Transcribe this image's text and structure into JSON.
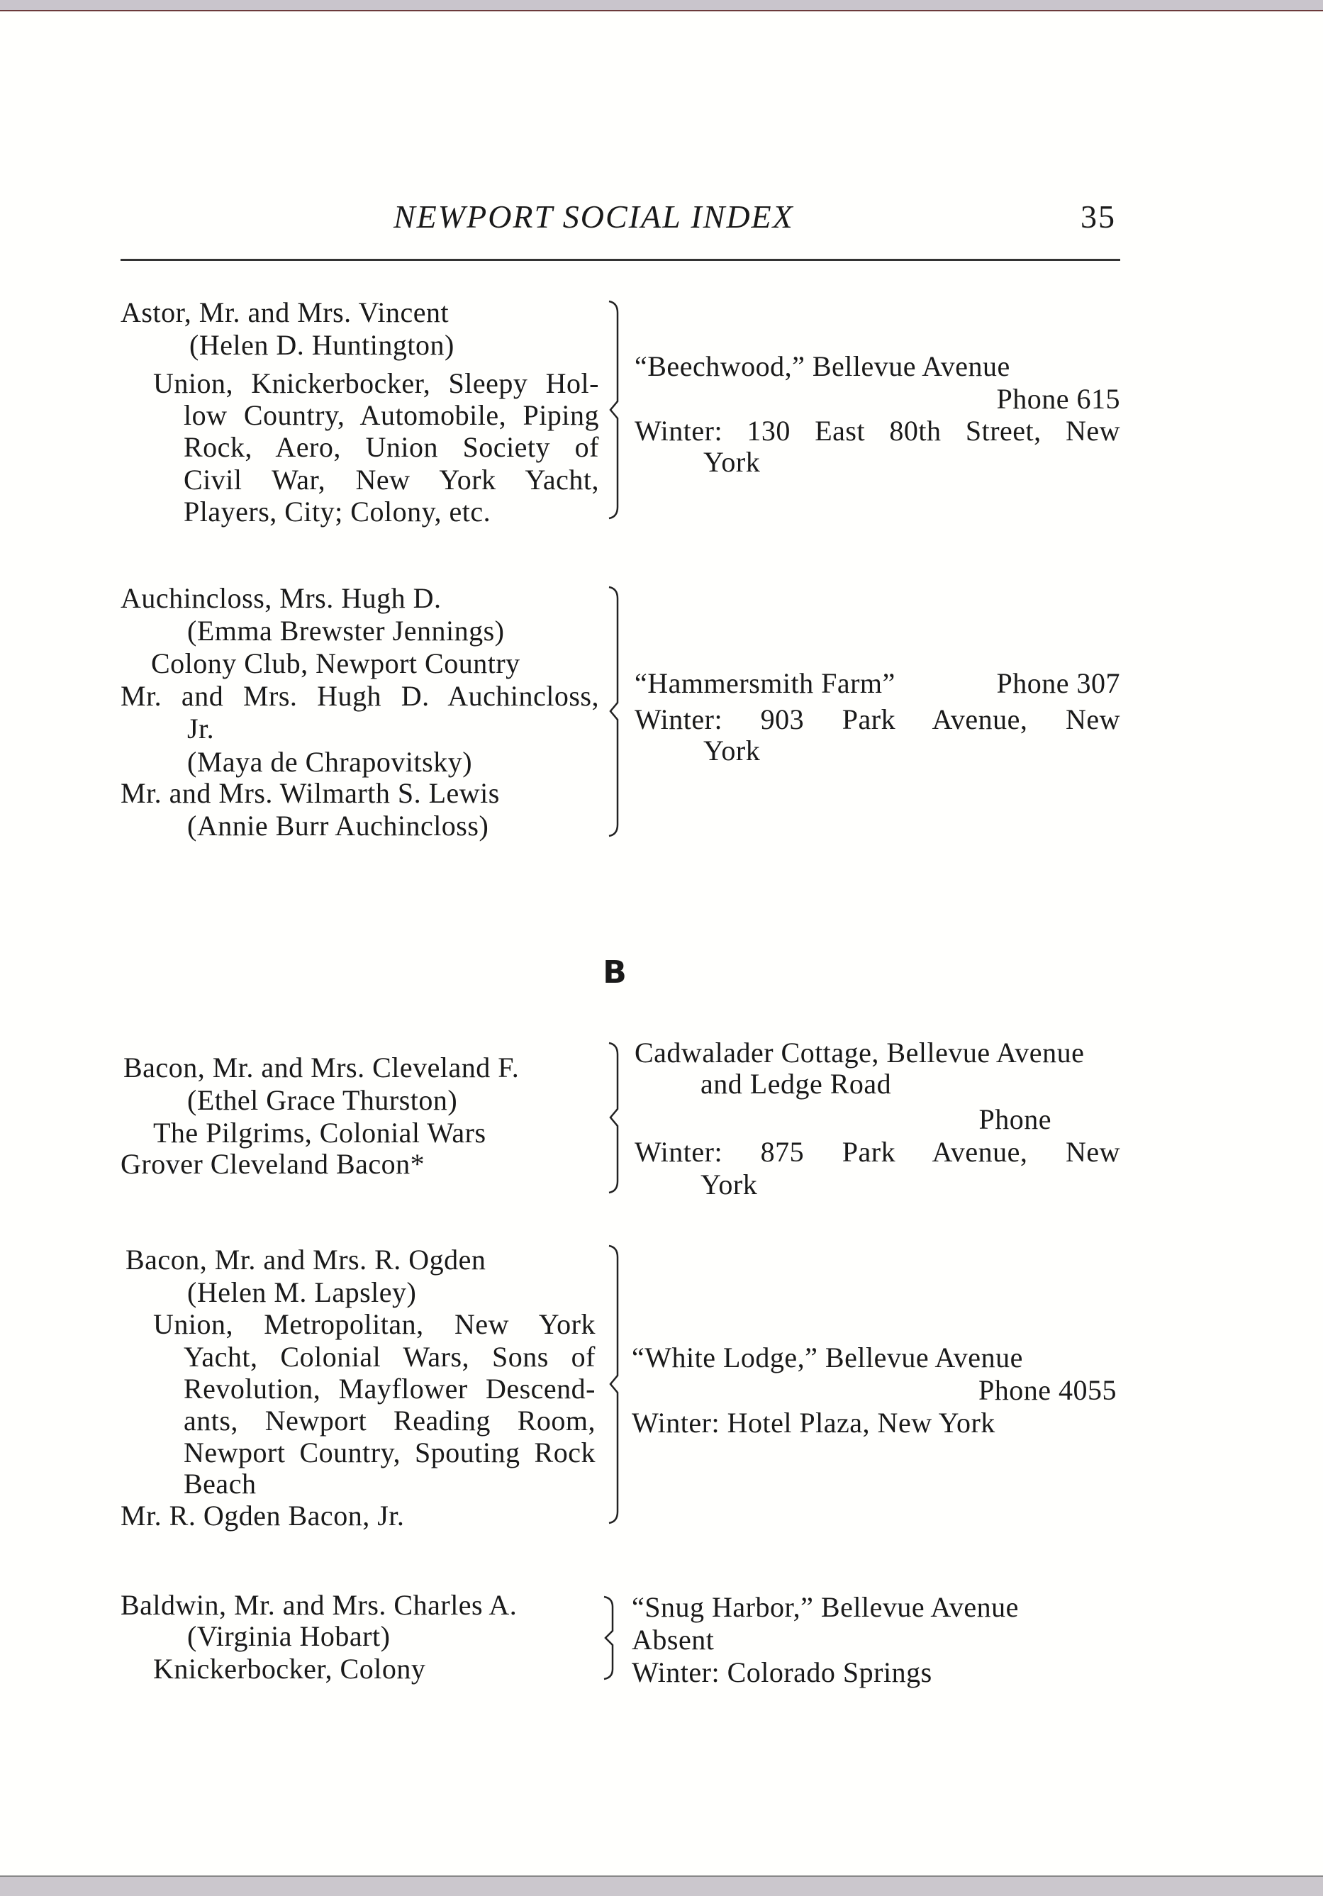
{
  "header": {
    "title": "NEWPORT SOCIAL INDEX",
    "page_number": "35"
  },
  "section_letter": "B",
  "entries": [
    {
      "left": [
        "Astor, Mr. and Mrs. Vincent",
        "(Helen D. Huntington)",
        "Union, Knickerbocker, Sleepy Hol-",
        "low Country, Automobile, Piping",
        "Rock, Aero, Union Society of",
        "Civil War, New York Yacht,",
        "Players, City; Colony, etc."
      ],
      "right": [
        "“Beechwood,” Bellevue Avenue",
        "Phone 615",
        "Winter: 130 East 80th Street, New",
        "York"
      ]
    },
    {
      "left": [
        "Auchincloss, Mrs. Hugh D.",
        "(Emma Brewster Jennings)",
        "Colony Club, Newport Country",
        "Mr. and Mrs. Hugh D. Auchincloss,",
        "Jr.",
        "(Maya de Chrapovitsky)",
        "Mr. and Mrs. Wilmarth S. Lewis",
        "(Annie Burr Auchincloss)"
      ],
      "right": [
        "“Hammersmith Farm”",
        "Phone 307",
        "Winter: 903 Park Avenue, New",
        "York"
      ]
    },
    {
      "left": [
        "Bacon, Mr. and Mrs. Cleveland F.",
        "(Ethel Grace Thurston)",
        "The Pilgrims, Colonial Wars",
        "Grover Cleveland Bacon*"
      ],
      "right": [
        "Cadwalader Cottage, Bellevue Avenue",
        "and Ledge Road",
        "Phone",
        "Winter: 875 Park Avenue, New",
        "York"
      ]
    },
    {
      "left": [
        "Bacon, Mr. and Mrs. R. Ogden",
        "(Helen M. Lapsley)",
        "Union, Metropolitan, New York",
        "Yacht, Colonial Wars, Sons of",
        "Revolution, Mayflower Descend-",
        "ants, Newport Reading Room,",
        "Newport Country, Spouting Rock",
        "Beach",
        "Mr. R. Ogden Bacon, Jr."
      ],
      "right": [
        "“White Lodge,” Bellevue Avenue",
        "Phone 4055",
        "Winter: Hotel Plaza, New York"
      ]
    },
    {
      "left": [
        "Baldwin, Mr. and Mrs. Charles A.",
        "(Virginia Hobart)",
        "Knickerbocker, Colony"
      ],
      "right": [
        "“Snug Harbor,” Bellevue Avenue",
        "Absent",
        "Winter: Colorado Springs"
      ]
    }
  ]
}
